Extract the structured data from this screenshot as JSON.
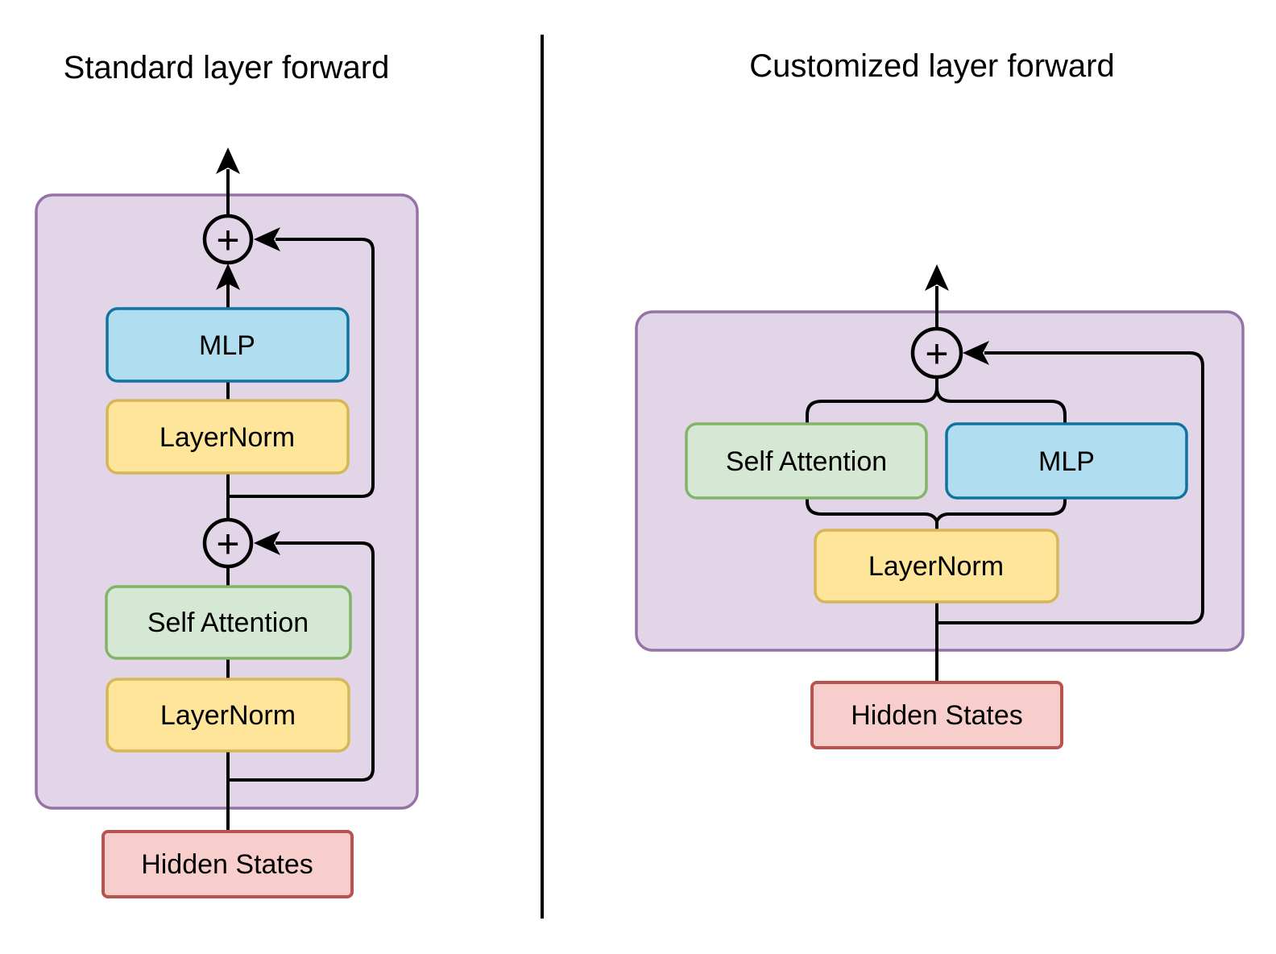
{
  "colors": {
    "background": "#ffffff",
    "line": "#000000",
    "container": {
      "fill": "#E1D5E7",
      "stroke": "#9673A6"
    },
    "mlp": {
      "fill": "#B1DDF0",
      "stroke": "#10739E"
    },
    "layernorm": {
      "fill": "#FFE599",
      "stroke": "#D6B656"
    },
    "self_attention": {
      "fill": "#D5E8D4",
      "stroke": "#82B366"
    },
    "hidden_states": {
      "fill": "#F8CECC",
      "stroke": "#B85450"
    }
  },
  "left_panel": {
    "title": "Standard layer forward",
    "add_top": "+",
    "add_bottom": "+",
    "mlp": "MLP",
    "layernorm_upper": "LayerNorm",
    "self_attention": "Self Attention",
    "layernorm_lower": "LayerNorm",
    "hidden_states": "Hidden States"
  },
  "right_panel": {
    "title": "Customized layer forward",
    "add": "+",
    "self_attention": "Self Attention",
    "mlp": "MLP",
    "layernorm": "LayerNorm",
    "hidden_states": "Hidden States"
  }
}
